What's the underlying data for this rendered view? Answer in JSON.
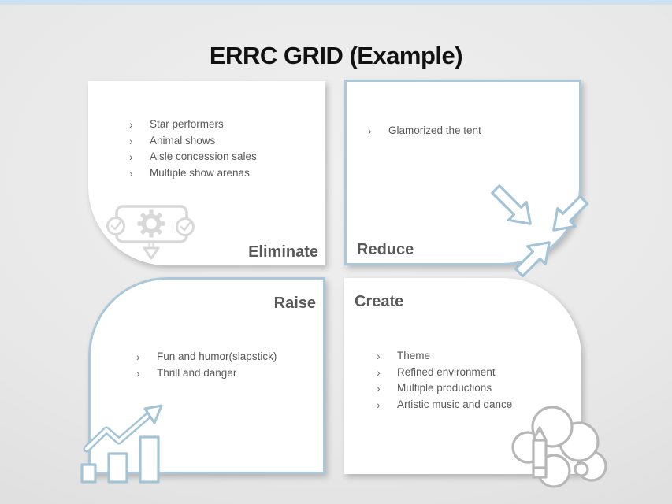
{
  "title": "ERRC GRID (Example)",
  "bullet_char": "›",
  "colors": {
    "accent_blue_border": "#abc8da",
    "accent_blue_icon": "#a3c3d7",
    "label_gray": "#595959",
    "body_text_gray": "#595959",
    "eliminate_icon_gray": "#d9d9d9",
    "create_icon_gray": "#b7b7b7",
    "top_strip_blue": "#cde2ee",
    "title_black": "#111111",
    "card_white": "#ffffff"
  },
  "quadrants": {
    "eliminate": {
      "label": "Eliminate",
      "items": [
        "Star performers",
        "Animal shows",
        "Aisle concession sales",
        "Multiple show arenas"
      ],
      "icon": "signboard-gear-checks-icon"
    },
    "reduce": {
      "label": "Reduce",
      "items": [
        "Glamorized the tent"
      ],
      "icon": "collapse-arrows-icon"
    },
    "raise": {
      "label": "Raise",
      "items": [
        "Fun and humor(slapstick)",
        "Thrill and danger"
      ],
      "icon": "growth-chart-arrow-icon"
    },
    "create": {
      "label": "Create",
      "items": [
        "Theme",
        "Refined environment",
        "Multiple productions",
        "Artistic music and dance"
      ],
      "icon": "cloud-pencil-icon"
    }
  }
}
